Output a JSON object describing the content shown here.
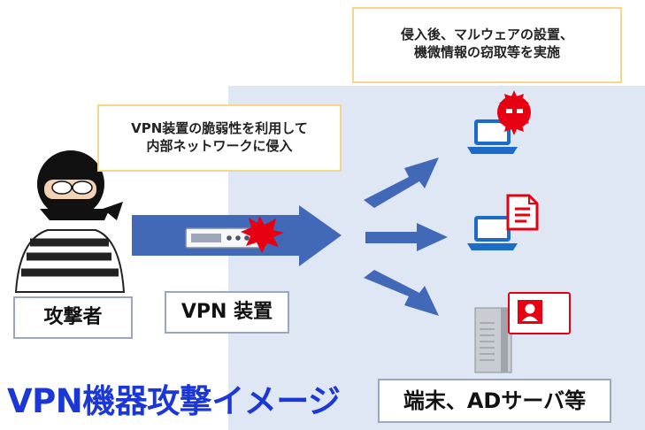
{
  "callouts": {
    "top_line1": "侵入後、マルウェアの設置、",
    "top_line2": "機微情報の窃取等を実施",
    "mid_line1": "VPN装置の脆弱性を利用して",
    "mid_line2": "内部ネットワークに侵入"
  },
  "labels": {
    "attacker": "攻撃者",
    "vpn_device": "VPN 装置",
    "targets": "端末、ADサーバ等"
  },
  "title": "VPN機器攻撃イメージ",
  "colors": {
    "internal_zone": "#dfe7f4",
    "arrow": "#4169b8",
    "alert": "#e60012",
    "title": "#1b38d7",
    "callout_border": "#f3d78a"
  },
  "icons": {
    "attacker": "attacker-icon",
    "vpn": "vpn-device-icon",
    "burst": "burst-icon",
    "laptop_virus": "laptop-virus-icon",
    "laptop_document": "laptop-document-icon",
    "server": "server-icon",
    "id_card": "id-card-icon"
  }
}
